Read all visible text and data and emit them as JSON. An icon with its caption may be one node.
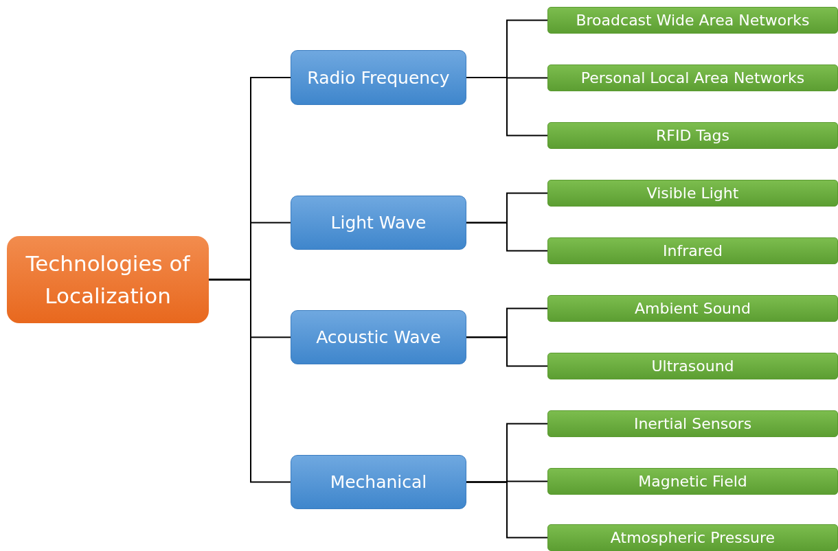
{
  "diagram": {
    "nodes": [
      {
        "text": [
          "Technologies of Localization"
        ]
      },
      {
        "text": [
          "Radio Frequency"
        ]
      },
      {
        "text": [
          "Broadcast Wide Area Networks"
        ]
      },
      {
        "text": [
          "Personal Local Area Networks"
        ]
      },
      {
        "text": [
          "RFID Tags"
        ]
      },
      {
        "text": [
          "Light Wave"
        ]
      },
      {
        "text": [
          "Visible Light"
        ]
      },
      {
        "text": [
          "Infrared"
        ]
      },
      {
        "text": [
          "Acoustic Wave"
        ]
      },
      {
        "text": [
          "Ambient Sound"
        ]
      },
      {
        "text": [
          "Ultrasound"
        ]
      },
      {
        "text": [
          "Mechanical"
        ]
      },
      {
        "text": [
          "Inertial Sensors"
        ]
      },
      {
        "text": [
          "Magnetic Field"
        ]
      },
      {
        "text": [
          "Atmospheric Pressure"
        ]
      }
    ],
    "edges": [
      {
        "from": 0,
        "to": 1,
        "arrow": "none"
      },
      {
        "from": 0,
        "to": 5,
        "arrow": "none"
      },
      {
        "from": 0,
        "to": 8,
        "arrow": "none"
      },
      {
        "from": 0,
        "to": 11,
        "arrow": "none"
      },
      {
        "from": 1,
        "to": 2,
        "arrow": "none"
      },
      {
        "from": 1,
        "to": 3,
        "arrow": "none"
      },
      {
        "from": 1,
        "to": 4,
        "arrow": "none"
      },
      {
        "from": 5,
        "to": 6,
        "arrow": "none"
      },
      {
        "from": 5,
        "to": 7,
        "arrow": "none"
      },
      {
        "from": 8,
        "to": 9,
        "arrow": "none"
      },
      {
        "from": 8,
        "to": 10,
        "arrow": "none"
      },
      {
        "from": 11,
        "to": 12,
        "arrow": "none"
      },
      {
        "from": 11,
        "to": 13,
        "arrow": "none"
      },
      {
        "from": 11,
        "to": 14,
        "arrow": "none"
      }
    ]
  }
}
